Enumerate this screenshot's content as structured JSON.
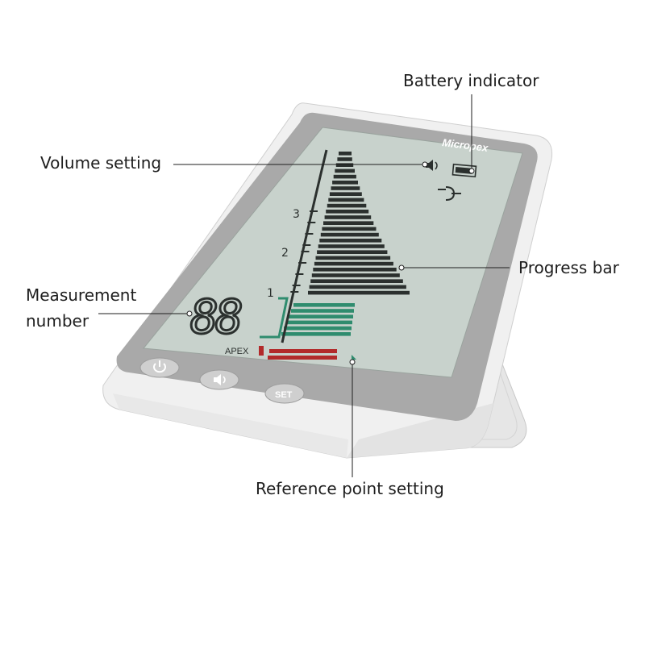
{
  "device": {
    "brand": "Micropex",
    "measurement_display": "88",
    "scale_marks": [
      "3",
      "2",
      "1"
    ],
    "apex_label": "APEX",
    "buttons": [
      {
        "name": "power-button",
        "icon": "power-icon",
        "label": ""
      },
      {
        "name": "volume-button",
        "icon": "speaker-icon",
        "label": ""
      },
      {
        "name": "set-button",
        "icon": "",
        "label": "SET"
      }
    ]
  },
  "callouts": {
    "battery": "Battery indicator",
    "volume": "Volume setting",
    "measurement_line1": "Measurement",
    "measurement_line2": "number",
    "progress": "Progress bar",
    "reference": "Reference point setting"
  },
  "colors": {
    "screen_bg": "#c9d3cd",
    "segment_dark": "#2b302e",
    "segment_green": "#2f8c6e",
    "segment_red": "#b22a2a",
    "frame": "#a8a8a8",
    "body": "#f1f1f1"
  }
}
